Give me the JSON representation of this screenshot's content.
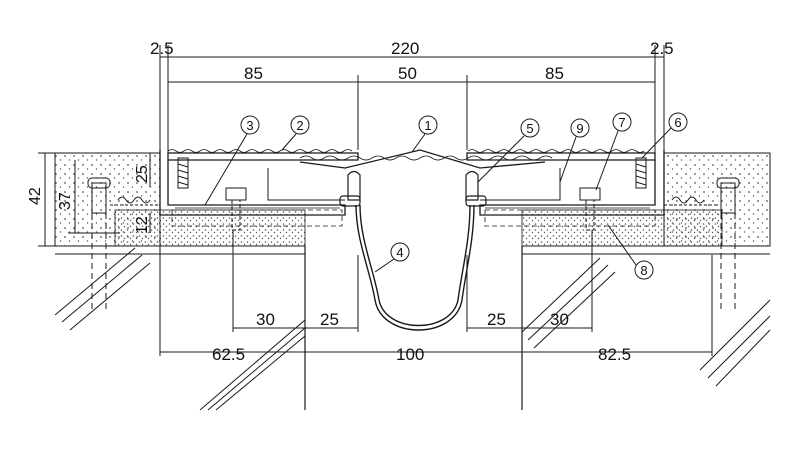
{
  "top_dimensions": {
    "left_flange": "2.5",
    "overall_width": "220",
    "right_flange": "2.5",
    "left_plate": "85",
    "center_plate": "50",
    "right_plate": "85"
  },
  "side_dimensions": {
    "total_depth": "42",
    "frame_depth": "37",
    "plate_depth": "25",
    "base_depth": "12"
  },
  "bottom_dimensions": {
    "left_anchor_spacing": "30",
    "left_edge_gap": "25",
    "right_edge_gap": "25",
    "right_anchor_spacing": "30",
    "left_setback": "62.5",
    "joint_gap": "100",
    "right_setback": "82.5"
  },
  "callouts": [
    "1",
    "2",
    "3",
    "4",
    "5",
    "6",
    "7",
    "8",
    "9"
  ],
  "colors": {
    "line": "#1a1a1a",
    "background": "#ffffff",
    "fill_dots": "#555555"
  }
}
